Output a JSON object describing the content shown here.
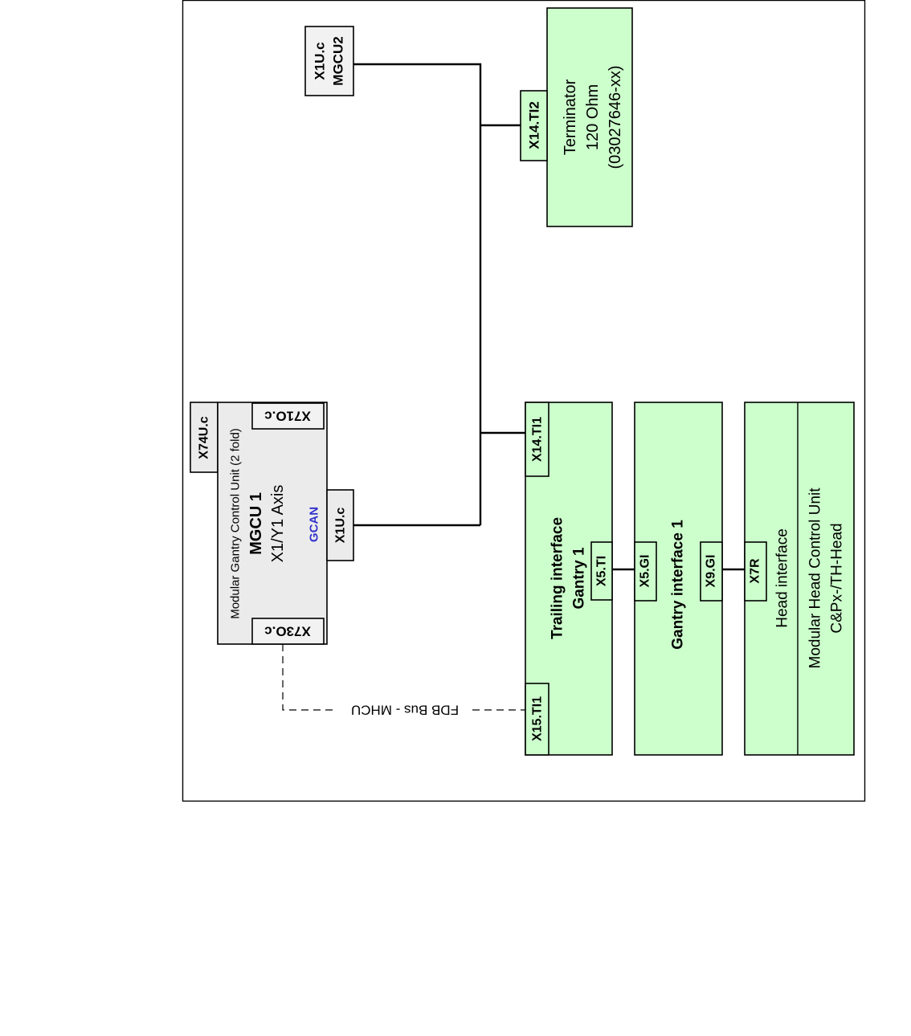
{
  "colors": {
    "module_fill": "#ccffcc",
    "controller_fill": "#ebebeb",
    "connector_fill_gray": "#f2f2f2",
    "gcan_label": "#3333cc",
    "line": "#000000"
  },
  "mgcu2": {
    "connector": "X1U.c",
    "name": "MGCU2"
  },
  "terminator": {
    "connector": "X14.TI2",
    "line1": "Terminator",
    "line2": "120 Ohm",
    "line3": "(03027646-xx)"
  },
  "mgcu1": {
    "description": "Modular Gantry Control Unit (2 fold)",
    "name": "MGCU 1",
    "axis": "X1/Y1 Axis",
    "bus_label": "GCAN",
    "connectors": {
      "top_tab": "X74U.c",
      "upper_inner": "X71O.c",
      "lower_inner": "X73O.c",
      "bus": "X1U.c"
    }
  },
  "trailing_interface": {
    "line1": "Trailing interface",
    "line2": "Gantry 1",
    "connectors": {
      "can_in": "X14.TI1",
      "fdb_in": "X15.TI1",
      "out": "X5.TI"
    }
  },
  "gantry_interface": {
    "label": "Gantry interface 1",
    "connectors": {
      "in": "X5.GI",
      "out": "X9.GI"
    }
  },
  "head_unit": {
    "interface_label": "Head interface",
    "unit_line1": "Modular Head Control Unit",
    "unit_line2": "C&Px-/TH-Head",
    "connector": "X7R"
  },
  "fdb_bus_label": "FDB Bus - MHCU"
}
